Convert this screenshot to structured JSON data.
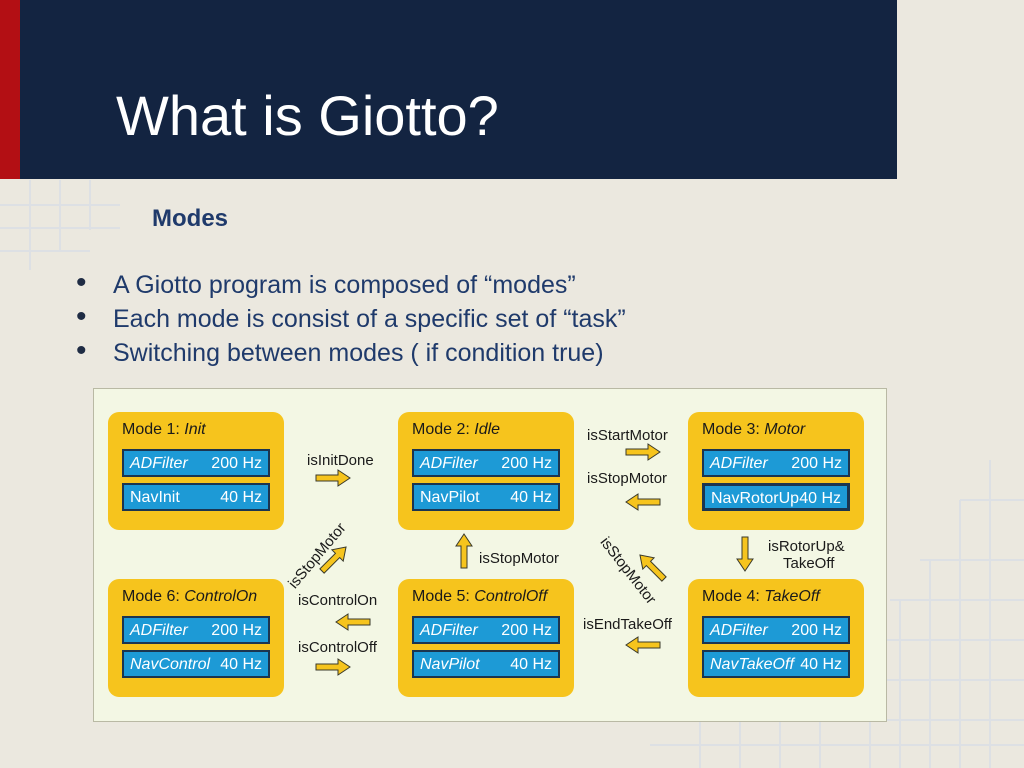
{
  "slide": {
    "title": "What is Giotto?",
    "subtitle": "Modes",
    "bullets": [
      "A Giotto program is composed of “modes”",
      "Each mode is consist of a specific set of “task”",
      "Switching between modes ( if condition true)"
    ]
  },
  "colors": {
    "header": "#132441",
    "accent": "#b30f14",
    "mode_box": "#f6c41d",
    "task_box": "#1d9ad6",
    "text_blue": "#1f3a6b"
  },
  "diagram": {
    "modes": [
      {
        "prefix": "Mode 1: ",
        "name": "Init",
        "tasks": [
          {
            "name": "ADFilter",
            "freq": "200 Hz"
          },
          {
            "name": "NavInit",
            "freq": "40 Hz"
          }
        ]
      },
      {
        "prefix": "Mode 2: ",
        "name": "Idle",
        "tasks": [
          {
            "name": "ADFilter",
            "freq": "200 Hz"
          },
          {
            "name": "NavPilot",
            "freq": "40 Hz"
          }
        ]
      },
      {
        "prefix": "Mode 3: ",
        "name": "Motor",
        "tasks": [
          {
            "name": "ADFilter",
            "freq": "200 Hz"
          },
          {
            "name": "NavRotorUp",
            "freq": "40 Hz"
          }
        ]
      },
      {
        "prefix": "Mode 4: ",
        "name": "TakeOff",
        "tasks": [
          {
            "name": "ADFilter",
            "freq": "200 Hz"
          },
          {
            "name": "NavTakeOff",
            "freq": "40 Hz"
          }
        ]
      },
      {
        "prefix": "Mode 5: ",
        "name": "ControlOff",
        "tasks": [
          {
            "name": "ADFilter",
            "freq": "200 Hz"
          },
          {
            "name": "NavPilot",
            "freq": "40 Hz"
          }
        ]
      },
      {
        "prefix": "Mode 6: ",
        "name": "ControlOn",
        "tasks": [
          {
            "name": "ADFilter",
            "freq": "200 Hz"
          },
          {
            "name": "NavControl",
            "freq": "40 Hz"
          }
        ]
      }
    ],
    "transitions": {
      "init_done": "isInitDone",
      "start_motor": "isStartMotor",
      "stop_motor_3_2": "isStopMotor",
      "stop_motor_4_2": "isStopMotor",
      "stop_motor_5_2": "isStopMotor",
      "stop_motor_6_2": "isStopMotor",
      "rotor_up_line1": "isRotorUp&",
      "rotor_up_line2": "TakeOff",
      "control_on": "isControlOn",
      "control_off": "isControlOff",
      "end_takeoff": "isEndTakeOff"
    }
  }
}
